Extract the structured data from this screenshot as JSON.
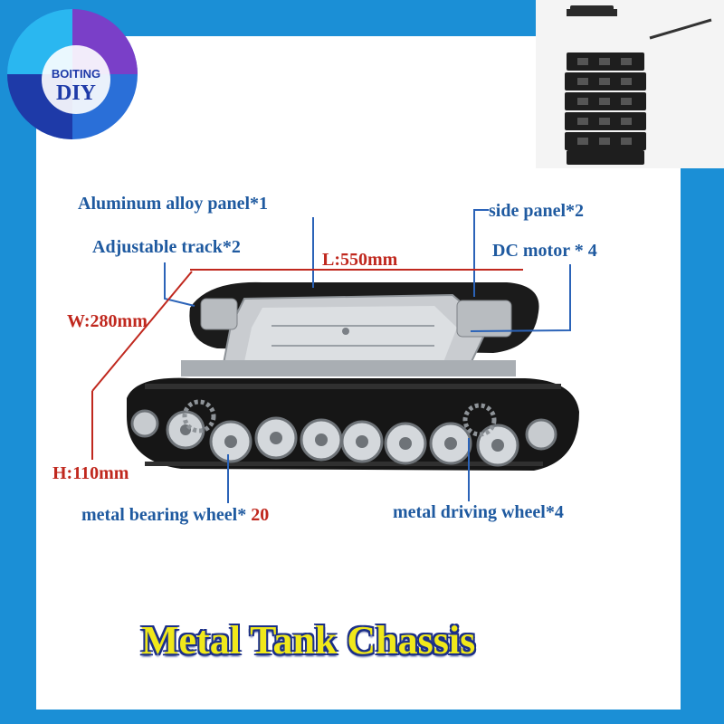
{
  "logo": {
    "top_text": "BOITING",
    "bottom_text": "DIY",
    "colors": [
      "#2a6fd8",
      "#7a3fc8",
      "#2ab7f0",
      "#1e3aa8"
    ]
  },
  "labels": {
    "panel": "Aluminum alloy panel*1",
    "side_panel": "side panel*2",
    "track": "Adjustable track*2",
    "motor": "DC motor * 4",
    "length": "L:550mm",
    "width": "W:280mm",
    "height": "H:110mm",
    "bearing_prefix": "metal bearing wheel*",
    "bearing_count": "20",
    "driving": "metal driving wheel*4"
  },
  "title": "Metal Tank Chassis",
  "colors": {
    "background": "#1b8fd6",
    "label_blue": "#1f5aa0",
    "label_red": "#c0281e",
    "title_yellow": "#f0e81a",
    "title_outline": "#1b2f88"
  }
}
